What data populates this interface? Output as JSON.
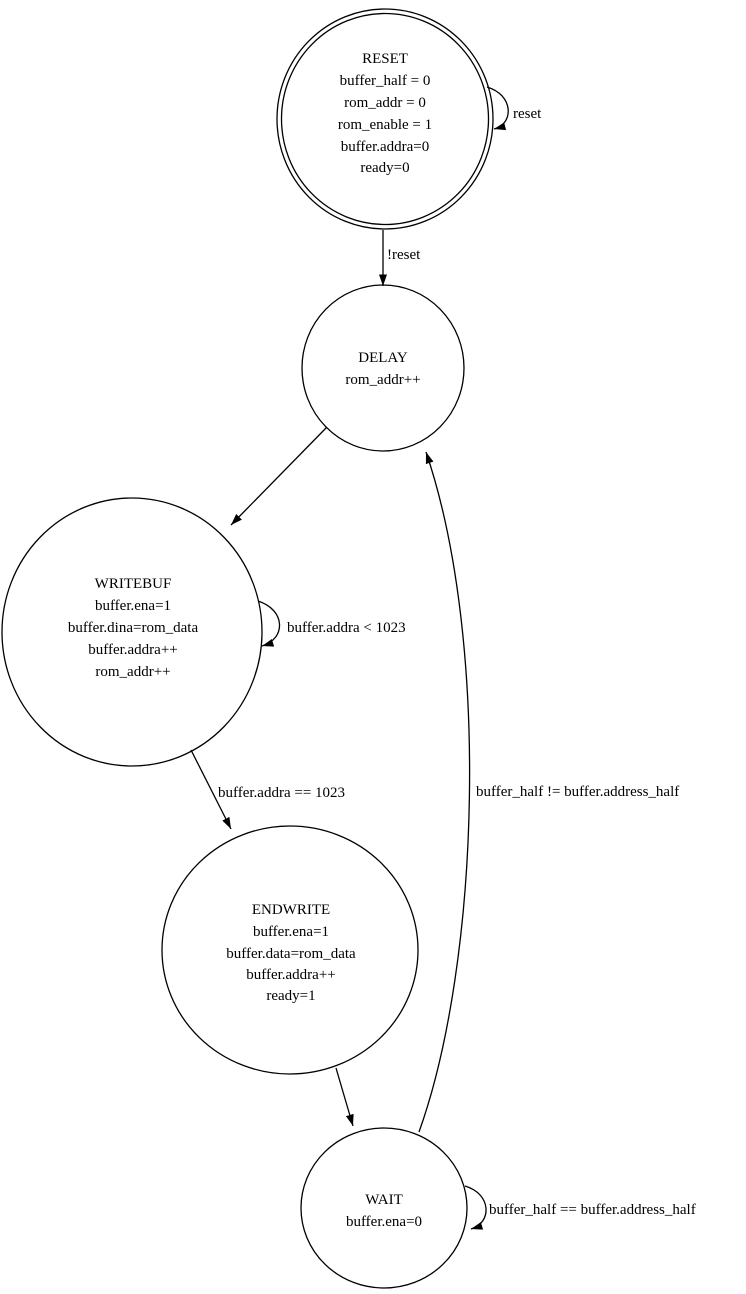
{
  "diagram_type": "finite-state-machine",
  "colors": {
    "background": "#ffffff",
    "node_stroke": "#000000",
    "edge_stroke": "#000000",
    "text": "#000000"
  },
  "states": {
    "reset": {
      "name": "RESET",
      "double_circle": true,
      "lines": [
        "RESET",
        "buffer_half = 0",
        "rom_addr = 0",
        "rom_enable = 1",
        "buffer.addra=0",
        "ready=0"
      ]
    },
    "delay": {
      "name": "DELAY",
      "double_circle": false,
      "lines": [
        "DELAY",
        "rom_addr++"
      ]
    },
    "writebuf": {
      "name": "WRITEBUF",
      "double_circle": false,
      "lines": [
        "WRITEBUF",
        "buffer.ena=1",
        "buffer.dina=rom_data",
        "buffer.addra++",
        "rom_addr++"
      ]
    },
    "endwrite": {
      "name": "ENDWRITE",
      "double_circle": false,
      "lines": [
        "ENDWRITE",
        "buffer.ena=1",
        "buffer.data=rom_data",
        "buffer.addra++",
        "ready=1"
      ]
    },
    "wait": {
      "name": "WAIT",
      "double_circle": false,
      "lines": [
        "WAIT",
        "buffer.ena=0"
      ]
    }
  },
  "transitions": [
    {
      "from": "RESET",
      "to": "RESET",
      "label": "reset"
    },
    {
      "from": "RESET",
      "to": "DELAY",
      "label": "!reset"
    },
    {
      "from": "DELAY",
      "to": "WRITEBUF",
      "label": ""
    },
    {
      "from": "WRITEBUF",
      "to": "WRITEBUF",
      "label": "buffer.addra < 1023"
    },
    {
      "from": "WRITEBUF",
      "to": "ENDWRITE",
      "label": "buffer.addra == 1023"
    },
    {
      "from": "ENDWRITE",
      "to": "WAIT",
      "label": ""
    },
    {
      "from": "WAIT",
      "to": "WAIT",
      "label": "buffer_half == buffer.address_half"
    },
    {
      "from": "WAIT",
      "to": "DELAY",
      "label": "buffer_half != buffer.address_half"
    }
  ]
}
